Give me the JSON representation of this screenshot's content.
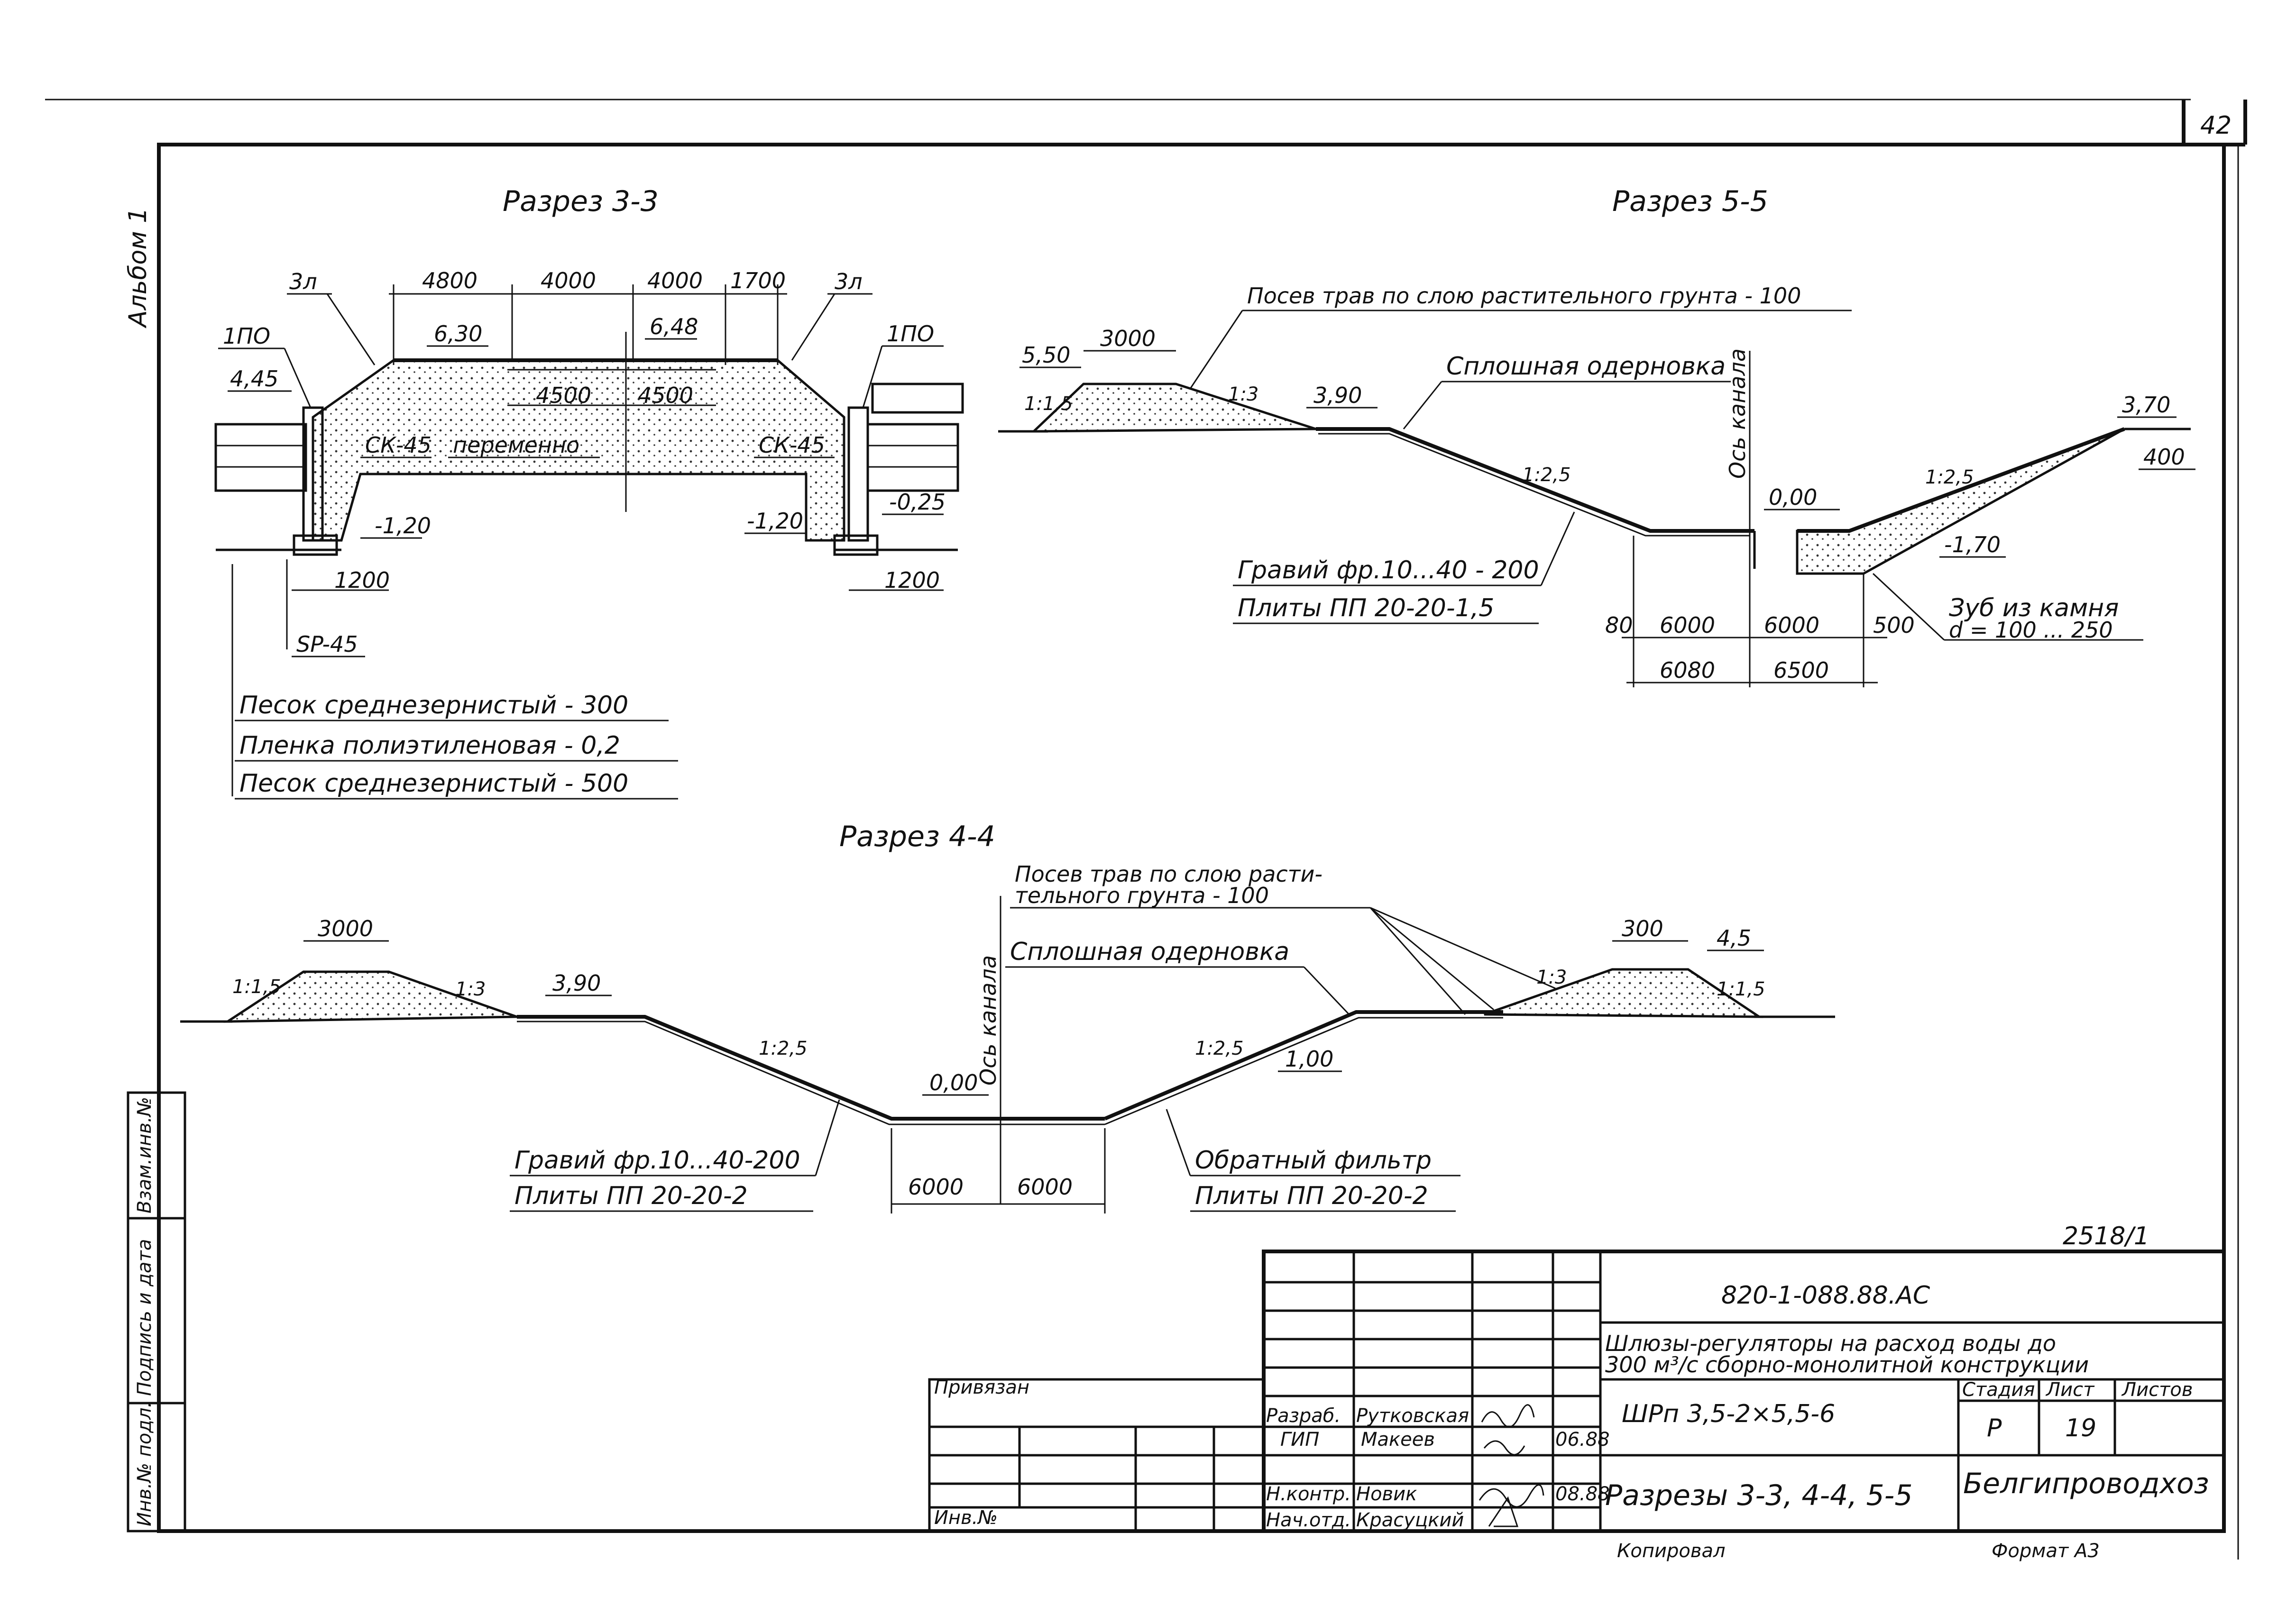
{
  "page_number": "42",
  "album_label": "Альбом 1",
  "sheet_code": "2518/1",
  "sections": {
    "s33": {
      "title": "Разрез 3-3",
      "dims_top": [
        "4800",
        "4000",
        "4000",
        "1700"
      ],
      "dims_inner": [
        "4500",
        "4500"
      ],
      "marks": [
        "6,30",
        "6,48",
        "4,45",
        "-1,20",
        "-1,20",
        "-0,25"
      ],
      "labels": [
        "3л",
        "3л",
        "1ПО",
        "1ПО",
        "СК-45",
        "СК-45",
        "переменно",
        "SP-45"
      ],
      "dims_bottom": [
        "1200",
        "1200"
      ],
      "layers": [
        "Песок среднезернистый - 300",
        "Пленка полиэтиленовая - 0,2",
        "Песок среднезернистый - 500"
      ]
    },
    "s55": {
      "title": "Разрез 5-5",
      "grass_note": "Посев трав по слою растительного грунта - 100",
      "turf_note": "Сплошная одерновка",
      "axis_label": "Ось канала",
      "marks": [
        "5,50",
        "3,90",
        "0,00",
        "-1,70",
        "3,70"
      ],
      "slopes": [
        "1:1,5",
        "1:3",
        "1:2,5",
        "1:2,5"
      ],
      "dims": [
        "3000",
        "80",
        "6000",
        "6000",
        "500",
        "6080",
        "6500",
        "400"
      ],
      "gravel": "Гравий фр.10...40 - 200",
      "plates": "Плиты ПП 20-20-1,5",
      "stone_tooth": "Зуб из камня",
      "stone_size": "d = 100 ... 250"
    },
    "s44": {
      "title": "Разрез 4-4",
      "grass_note_1": "Посев трав по слою расти-",
      "grass_note_2": "тельного грунта - 100",
      "turf_note": "Сплошная одерновка",
      "axis_label": "Ось канала",
      "marks": [
        "3,90",
        "0,00",
        "1,00",
        "4,5"
      ],
      "slopes": [
        "1:1,5",
        "1:3",
        "1:2,5",
        "1:2,5",
        "1:3",
        "1:1,5"
      ],
      "dims": [
        "3000",
        "300",
        "6000",
        "6000"
      ],
      "gravel": "Гравий фр.10...40-200",
      "plates_left": "Плиты ПП 20-20-2",
      "filter": "Обратный фильтр",
      "plates_right": "Плиты ПП 20-20-2"
    }
  },
  "side_stamp": [
    "Инв.№ подл.",
    "Подпись и дата",
    "Взам.инв.№"
  ],
  "title_block": {
    "doc_code": "820-1-088.88.АС",
    "project_1": "Шлюзы-регуляторы на расход воды до",
    "project_2": "300 м³/с сборно-монолитной конструкции",
    "bound": "Привязан",
    "inv": "Инв.№",
    "roles": [
      "Разраб.",
      "ГИП",
      "Н.контр.",
      "Нач.отд."
    ],
    "names": [
      "Рутковская",
      "Макеев",
      "Новик",
      "Красуцкий"
    ],
    "date": "06.88",
    "date2": "08.88",
    "signatures": [
      "Рутковская",
      "Макеев",
      "Новик",
      "Красуцкий"
    ],
    "object": "ШРп 3,5-2×5,5-6",
    "stage_h": "Стадия",
    "sheet_h": "Лист",
    "sheets_h": "Листов",
    "stage": "Р",
    "sheet": "19",
    "sheets": "",
    "drawing_title": "Разрезы 3-3, 4-4, 5-5",
    "organization": "Белгипроводхоз",
    "copied": "Копировал",
    "format": "Формат А3"
  }
}
